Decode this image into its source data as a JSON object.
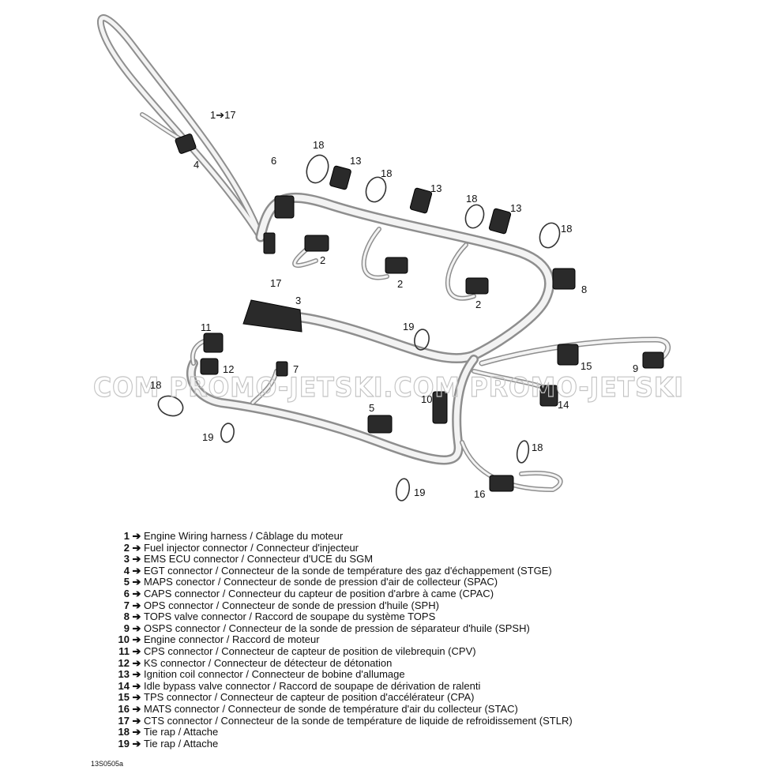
{
  "watermark": "COM PROMO-JETSKI.COM PROMO-JETSKI",
  "callouts": {
    "c1": "1",
    "c1_arrow": "➔",
    "c1_to": "17",
    "c4": "4",
    "c6": "6",
    "c18a": "18",
    "c13a": "13",
    "c18b": "18",
    "c13b": "13",
    "c18c": "18",
    "c13c": "13",
    "c18d": "18",
    "c17": "17",
    "c2a": "2",
    "c2b": "2",
    "c2c": "2",
    "c8": "8",
    "c3": "3",
    "c11": "11",
    "c19a": "19",
    "c12": "12",
    "c7": "7",
    "c15": "15",
    "c9": "9",
    "c18e": "18",
    "c10": "10",
    "c14": "14",
    "c5": "5",
    "c19b": "19",
    "c18f": "18",
    "c19c": "19",
    "c16": "16"
  },
  "legend": [
    {
      "num": "1",
      "arrow": "➔",
      "text": "Engine Wiring harness / Câblage du moteur"
    },
    {
      "num": "2",
      "arrow": "➔",
      "text": "Fuel injector connector / Connecteur d'injecteur"
    },
    {
      "num": "3",
      "arrow": "➔",
      "text": "EMS ECU connector / Connecteur d'UCE du SGM"
    },
    {
      "num": "4",
      "arrow": "➔",
      "text": "EGT connector / Connecteur de la sonde de température des gaz d'échappement (STGE)"
    },
    {
      "num": "5",
      "arrow": "➔",
      "text": "MAPS conector / Connecteur de sonde de pression d'air de collecteur (SPAC)"
    },
    {
      "num": "6",
      "arrow": "➔",
      "text": "CAPS connector / Connecteur du capteur de position d'arbre à came (CPAC)"
    },
    {
      "num": "7",
      "arrow": "➔",
      "text": "OPS connector / Connecteur de sonde de pression d'huile (SPH)"
    },
    {
      "num": "8",
      "arrow": "➔",
      "text": "TOPS valve connector / Raccord de soupape du système TOPS"
    },
    {
      "num": "9",
      "arrow": "➔",
      "text": "OSPS connector / Connecteur de la sonde de pression de séparateur d'huile (SPSH)"
    },
    {
      "num": "10",
      "arrow": "➔",
      "text": "Engine connector / Raccord de moteur"
    },
    {
      "num": "11",
      "arrow": "➔",
      "text": "CPS connector / Connecteur de capteur de position de vilebrequin (CPV)"
    },
    {
      "num": "12",
      "arrow": "➔",
      "text": "KS connector / Connecteur de détecteur de détonation"
    },
    {
      "num": "13",
      "arrow": "➔",
      "text": "Ignition coil connector / Connecteur de bobine d'allumage"
    },
    {
      "num": "14",
      "arrow": "➔",
      "text": "Idle bypass valve connector / Raccord de soupape de dérivation de ralenti"
    },
    {
      "num": "15",
      "arrow": "➔",
      "text": "TPS connector / Connecteur de capteur de position d'accélérateur (CPA)"
    },
    {
      "num": "16",
      "arrow": "➔",
      "text": "MATS connector / Connecteur de sonde de température d'air du collecteur (STAC)"
    },
    {
      "num": "17",
      "arrow": "➔",
      "text": "CTS connector / Connecteur de la sonde de température de liquide de refroidissement (STLR)"
    },
    {
      "num": "18",
      "arrow": "➔",
      "text": "Tie rap / Attache"
    },
    {
      "num": "19",
      "arrow": "➔",
      "text": "Tie rap / Attache"
    }
  ],
  "ref_code": "13S0505a"
}
